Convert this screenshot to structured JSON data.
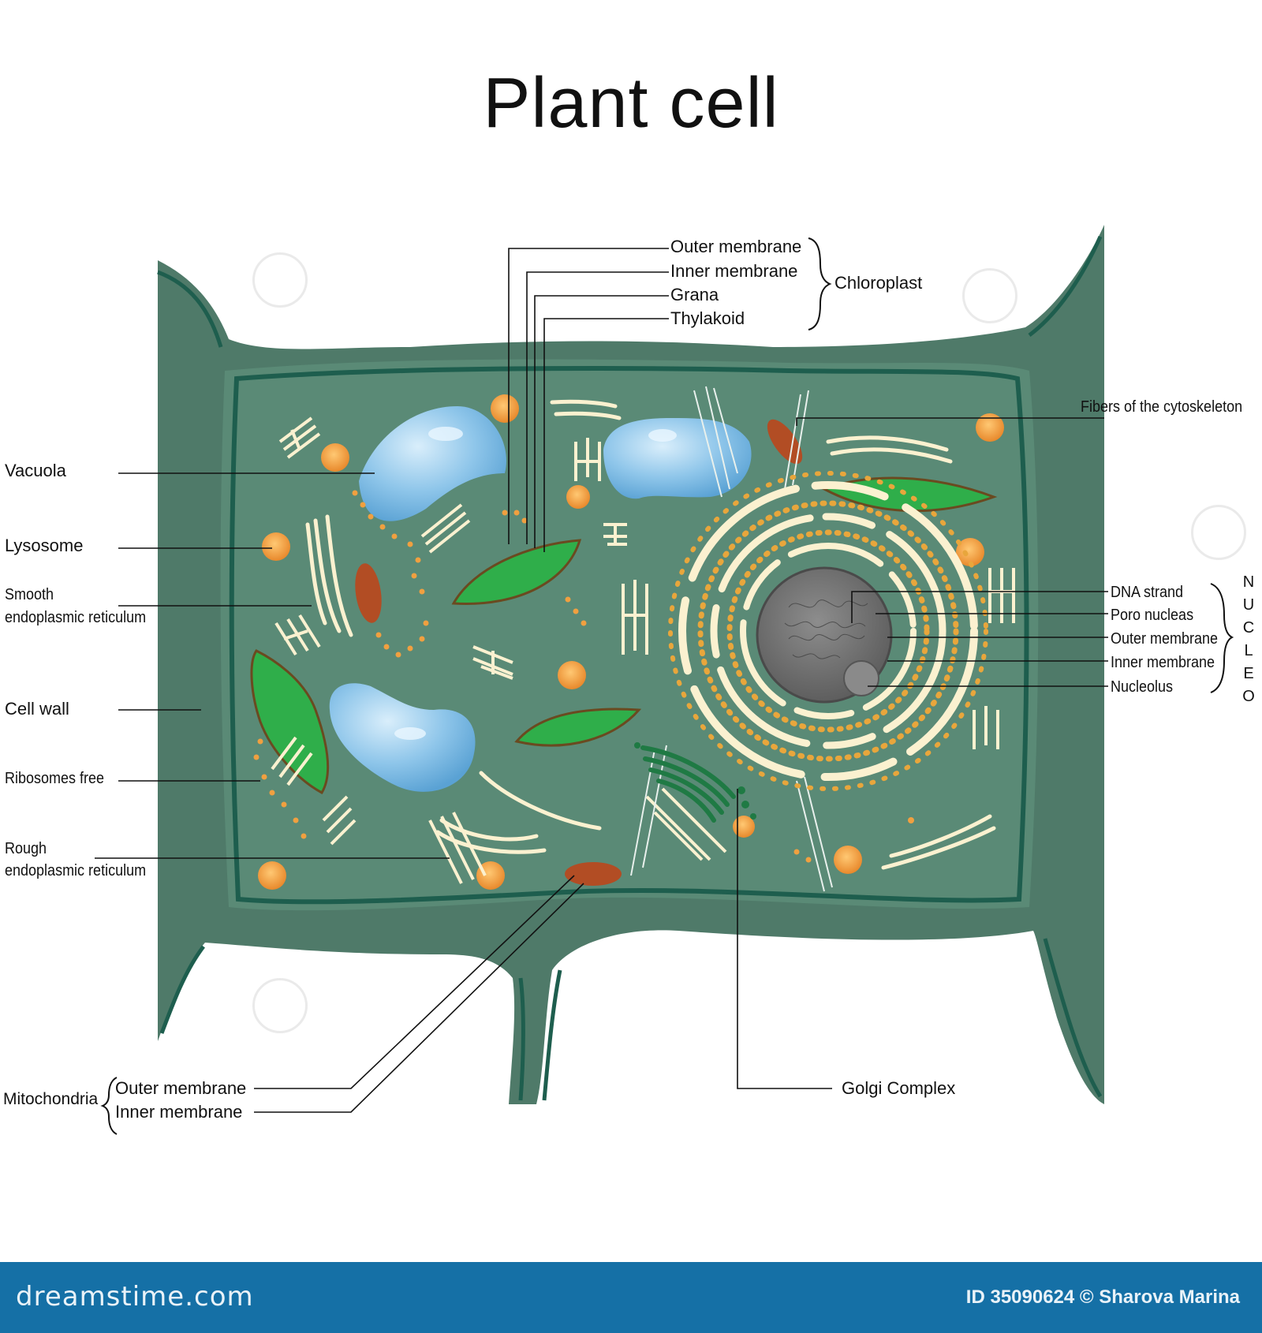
{
  "title": "Plant cell",
  "labels": {
    "outer_membrane_chloro": "Outer membrane",
    "inner_membrane_chloro": "Inner membrane",
    "grana": "Grana",
    "thylakoid": "Thylakoid",
    "chloroplast": "Chloroplast",
    "fibers": "Fibers of the cytoskeleton",
    "vacuola": "Vacuola",
    "lysosome": "Lysosome",
    "smooth_er_1": "Smooth",
    "smooth_er_2": "endoplasmic reticulum",
    "cell_wall": "Cell wall",
    "ribosomes_free": "Ribosomes free",
    "rough_er_1": "Rough",
    "rough_er_2": "endoplasmic reticulum",
    "dna_strand": "DNA strand",
    "poro_nucleas": "Poro nucleas",
    "outer_membrane_nuc": "Outer membrane",
    "inner_membrane_nuc": "Inner membrane",
    "nucleolus": "Nucleolus",
    "mitochondria": "Mitochondria",
    "outer_membrane_mito": "Outer membrane",
    "inner_membrane_mito": "Inner membrane",
    "golgi": "Golgi Complex"
  },
  "nucleo_letters": [
    "N",
    "U",
    "C",
    "L",
    "E",
    "O"
  ],
  "footer": {
    "logo": "dreamstime.com",
    "id_text": "ID 35090624 © Sharova Marina"
  },
  "colors": {
    "cell_wall": "#4f7a69",
    "cytoplasm": "#5a8a76",
    "membrane": "#1e5e4e",
    "chloroplast": "#2fae4a",
    "vacuole": "#8fc6ea",
    "mitochondria": "#b24d24",
    "lysosome": "#f0a040",
    "reticulum": "#fbf1d0",
    "nucleus": "#6f6f6f",
    "footer": "#1570a6"
  }
}
